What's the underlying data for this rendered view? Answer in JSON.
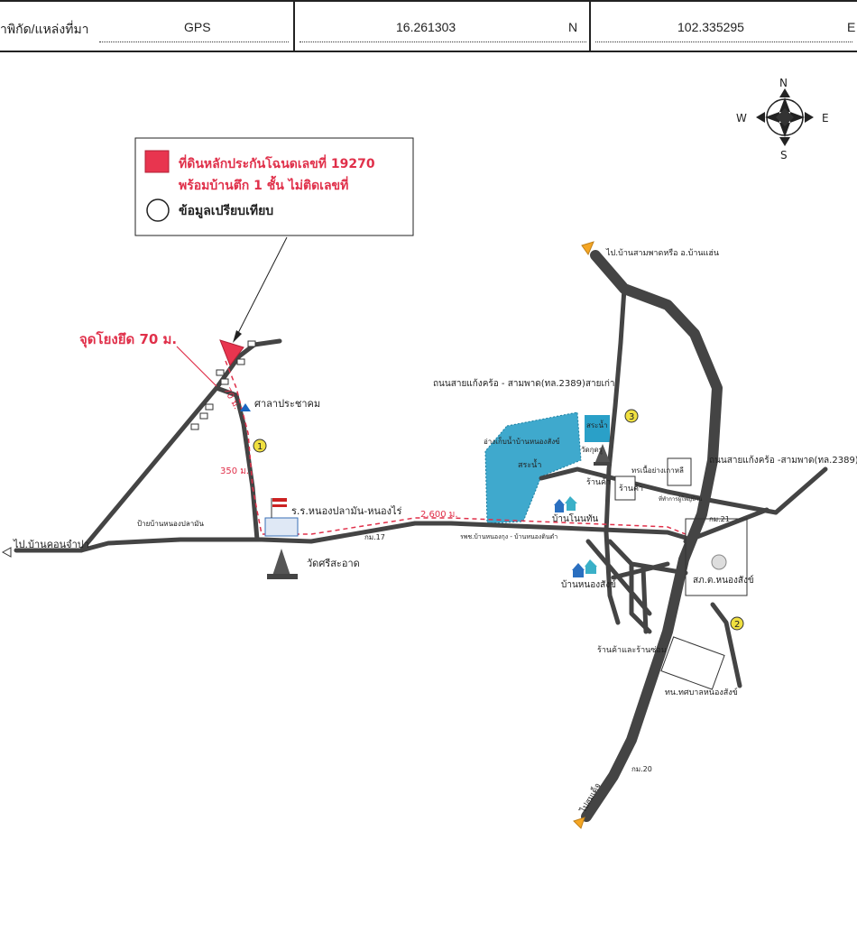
{
  "header": {
    "coord_label": "าพิกัด/แหล่งที่มา",
    "source": "GPS",
    "latitude": "16.261303",
    "lat_dir": "N",
    "longitude": "102.335295",
    "lon_dir": "E"
  },
  "compass": {
    "n": "N",
    "s": "S",
    "e": "E",
    "w": "W"
  },
  "legend": {
    "subject_line1": "ที่ดินหลักประกันโฉนดเลขที่ 19270",
    "subject_line2": "พร้อมบ้านตึก 1 ชั้น ไม่ติดเลขที่",
    "comparable": "ข้อมูลเปรียบเทียบ",
    "subject_color": "#e8354f"
  },
  "map": {
    "measure_point": "จุดโยงยึด 70 ม.",
    "dist_70": "70 ม.",
    "dist_350": "350 ม.",
    "dist_2600": "2,600 ม.",
    "to_khon_champa": "ไป.บ้านคอนจำปา",
    "to_sam_phat": "ไป.บ้านสามพาดหรือ อ.บ้านแฮ่น",
    "to_south": "ไปสมเด็จ",
    "road_old": "ถนนสายแก้งคร้อ - สามพาด(ทล.2389)สายเก่า",
    "road_new": "ถนนสายแก้งคร้อ -สามพาด(ทล.2389)",
    "sala": "ศาลาประชาคม",
    "school": "ร.ร.หนองปลามัน-หนองไร่",
    "temple": "วัดศรีสะอาด",
    "village_sign": "ป้ายบ้านหนองปลามัน",
    "km17": "กม.17",
    "km20": "กม.20",
    "km21": "กม.21",
    "pond": "สระน้ำ",
    "reservoir": "อ่างเก็บน้ำบ้านหนองสังข์",
    "pond2": "สระน้ำ",
    "temple2": "วัดกุดรู",
    "shop1": "ร้านค้า",
    "shop2": "ร้านค้า",
    "shop_repair": "ร้านค้าและร้านซ่อม",
    "local_road": "รพช.บ้านหนองกุง - บ้านหนองดินดำ",
    "ban_nong_saeng": "บ้านโนนทัน",
    "ban_nong_sang": "บ้านหนองสังข์",
    "police": "สภ.ต.หนองสังข์",
    "municipality": "ทน.ทศบาลหนองสังข์",
    "rubber_shop": "ทรเนื้อย่างเกาหลี",
    "village_head": "ที่ทำการผู้ใหญ่บ้าน",
    "markers": [
      "1",
      "2",
      "3"
    ]
  }
}
